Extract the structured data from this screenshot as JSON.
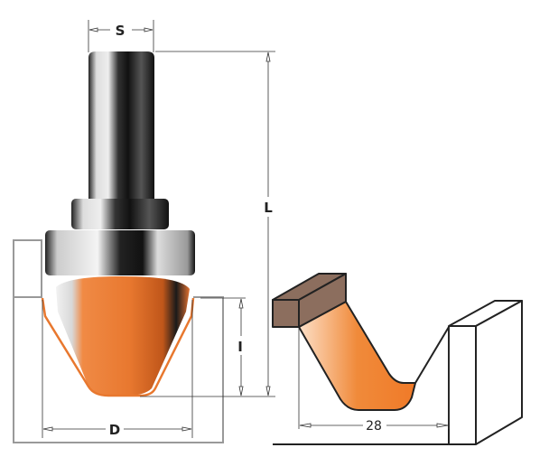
{
  "bit_diagram": {
    "labels": {
      "shank_diameter": "S",
      "total_length": "L",
      "cutting_height": "I",
      "cutting_diameter": "D"
    }
  },
  "profile_diagram": {
    "width_dimension": "28"
  },
  "colors": {
    "cutter_orange": "#e8782f",
    "shank_black": "#1c1c1c",
    "wood_brown": "#8c6e5e"
  }
}
